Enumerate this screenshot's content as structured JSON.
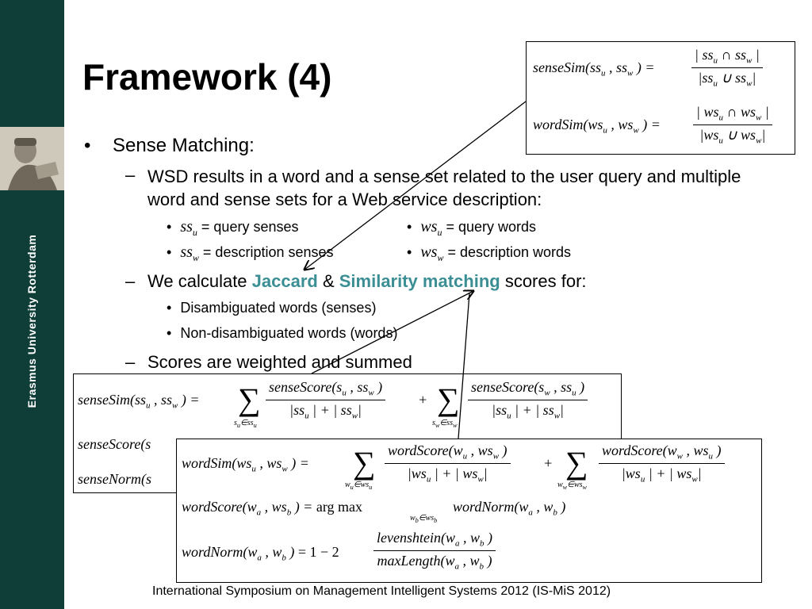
{
  "sidebar": {
    "university": "Erasmus University Rotterdam",
    "accent_color": "#0f3d38"
  },
  "title": "Framework (4)",
  "bullet1": "Sense Matching:",
  "sub1": "WSD results in a word and a sense set related to the user query and multiple word and sense sets for a Web service description:",
  "defs": {
    "ssu": {
      "symbol": "ss",
      "sub": "u",
      "text": " = query senses"
    },
    "ssw": {
      "symbol": "ss",
      "sub": "w",
      "text": " = description senses"
    },
    "wsu": {
      "symbol": "ws",
      "sub": "u",
      "text": " = query words"
    },
    "wsw": {
      "symbol": "ws",
      "sub": "w",
      "text": " = description words"
    }
  },
  "sub2": {
    "before": "We calculate ",
    "jaccard": "Jaccard",
    "amp": " & ",
    "similarity": "Similarity matching",
    "after": " scores for:"
  },
  "sub2_items": [
    "Disambiguated words (senses)",
    "Non-disambiguated words (words)"
  ],
  "sub3": "Scores are weighted and summed",
  "highlight_color": "#3b8f94",
  "formulas": {
    "sensesim_label": "senseSim",
    "wordsim_label": "wordSim",
    "sensescore_label": "senseScore",
    "sensenorm_label": "senseNorm",
    "wordscore_label": "wordScore",
    "wordnorm_label": "wordNorm",
    "argmax": "arg max",
    "one_minus_two": "= 1 − 2",
    "levenshtein": "levenshtein",
    "maxlength": "maxLength"
  },
  "footer": "International Symposium on Management Intelligent Systems 2012 (IS-MiS 2012)"
}
